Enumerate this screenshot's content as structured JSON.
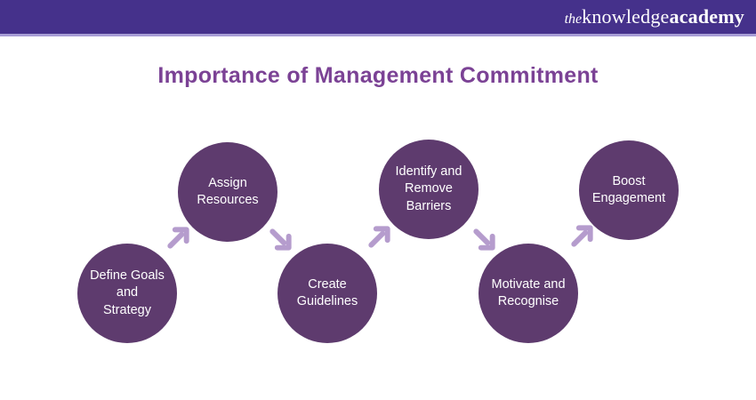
{
  "header": {
    "logo": {
      "the": "the",
      "knowledge": "knowledge",
      "academy": "academy"
    }
  },
  "title": "Importance of Management Commitment",
  "colors": {
    "page-bg": "#ffffff",
    "header-bg": "#45318b",
    "header-line": "#a79dd6",
    "title": "#7b4295",
    "circle": "#5e3b6e",
    "circle-text": "#ffffff",
    "arrow": "#b59ccd"
  },
  "steps": [
    {
      "label": "Define Goals and Strategy",
      "lines": [
        "Define Goals",
        "and",
        "Strategy"
      ]
    },
    {
      "label": "Assign Resources",
      "lines": [
        "Assign",
        "Resources"
      ]
    },
    {
      "label": "Create Guidelines",
      "lines": [
        "Create",
        "Guidelines"
      ]
    },
    {
      "label": "Identify and Remove Barriers",
      "lines": [
        "Identify and",
        "Remove",
        "Barriers"
      ]
    },
    {
      "label": "Motivate and Recognise",
      "lines": [
        "Motivate and",
        "Recognise"
      ]
    },
    {
      "label": "Boost Engagement",
      "lines": [
        "Boost",
        "Engagement"
      ]
    }
  ],
  "arrows": [
    {
      "direction": "up-right"
    },
    {
      "direction": "down-right"
    },
    {
      "direction": "up-right"
    },
    {
      "direction": "down-right"
    },
    {
      "direction": "up-right"
    }
  ]
}
